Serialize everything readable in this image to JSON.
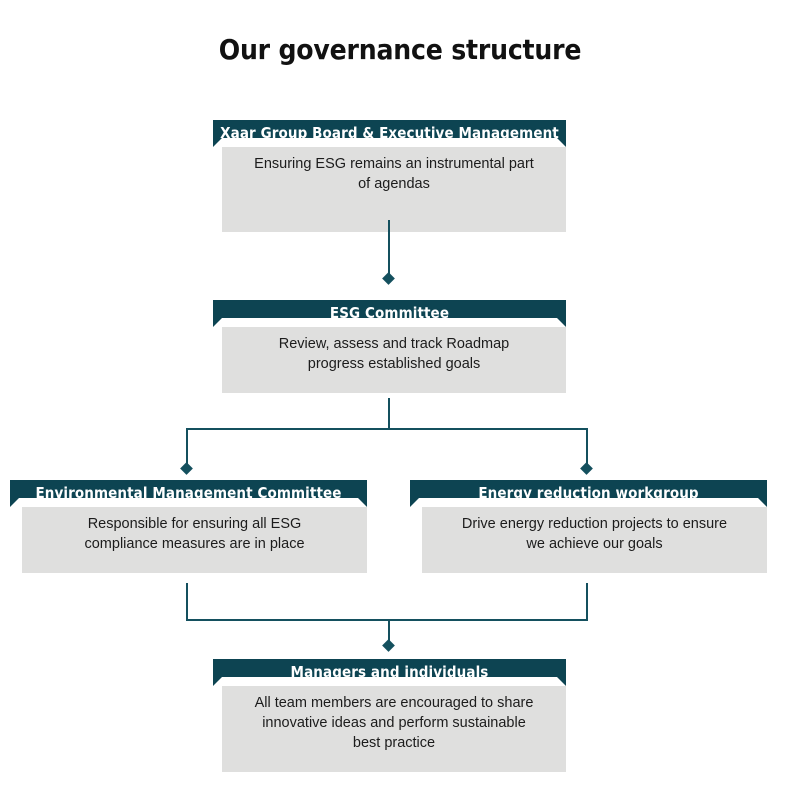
{
  "title": "Our governance structure",
  "theme": {
    "banner_color": "#0d4452",
    "body_color": "#dfdfde",
    "connector_color": "#14505e",
    "title_color": "#111111",
    "body_text_color": "#1c1c1c",
    "banner_text_color": "#ffffff",
    "page_background": "#ffffff"
  },
  "nodes": [
    {
      "id": "board",
      "header": "Xaar Group Board & Executive Management",
      "body_lines": [
        "Ensuring ESG remains an instrumental part",
        "of agendas"
      ]
    },
    {
      "id": "esg-committee",
      "header": "ESG Committee",
      "body_lines": [
        "Review, assess and track Roadmap",
        "progress established goals"
      ]
    },
    {
      "id": "environmental-management-committee",
      "header": "Environmental Management Committee",
      "body_lines": [
        "Responsible for ensuring all ESG",
        "compliance measures are in place"
      ]
    },
    {
      "id": "energy-reduction-workgroup",
      "header": "Energy reduction workgroup",
      "body_lines": [
        "Drive energy reduction projects to ensure",
        "we achieve our goals"
      ]
    },
    {
      "id": "managers-and-individuals",
      "header": "Managers and individuals",
      "body_lines": [
        "All team members are encouraged to share",
        "innovative ideas and perform sustainable",
        "best practice"
      ]
    }
  ],
  "connectors": [
    {
      "id": "board-to-esg",
      "kind": "arrow-down"
    },
    {
      "id": "esg-to-branch",
      "kind": "split-down"
    },
    {
      "id": "branch-to-managers",
      "kind": "merge-down"
    }
  ]
}
